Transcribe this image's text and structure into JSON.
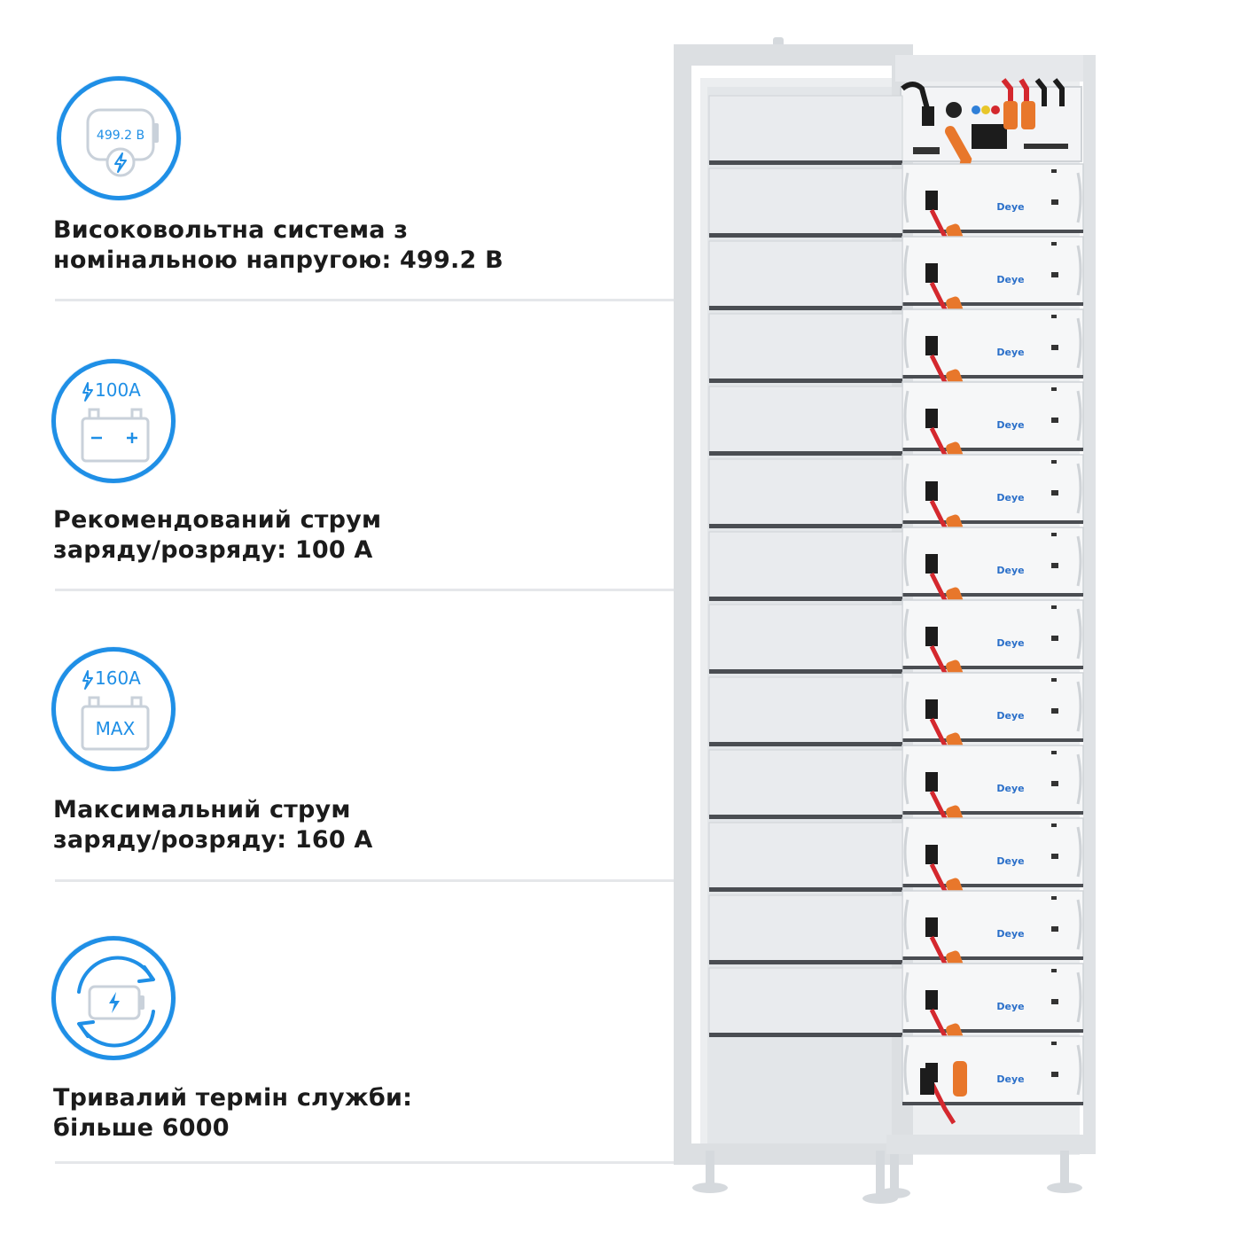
{
  "features": [
    {
      "icon": "voltage-battery-icon",
      "icon_label": "499.2 В",
      "line1": "Високовольтна система з",
      "line2": "номінальною напругою: 499.2 В"
    },
    {
      "icon": "current-battery-icon",
      "icon_label": "100A",
      "line1": "Рекомендований струм",
      "line2": "заряду/розряду: 100 А"
    },
    {
      "icon": "max-current-battery-icon",
      "icon_label": "160A",
      "icon_sub": "MAX",
      "line1": "Максимальний струм",
      "line2": "заряду/розряду: 160 А"
    },
    {
      "icon": "cycle-battery-icon",
      "line1": "Тривалий термін служби:",
      "line2": "більше 6000"
    }
  ],
  "product": {
    "brand": "Deye",
    "image": "battery-rack-image"
  },
  "colors": {
    "accent": "#1f8fe6",
    "text": "#1b1b1b",
    "cable_orange": "#e8772b",
    "cable_red": "#d4282e"
  }
}
